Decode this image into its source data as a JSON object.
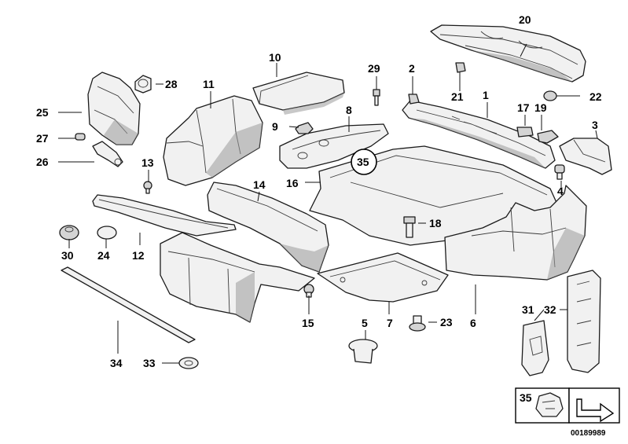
{
  "diagram": {
    "callouts": {
      "n1": "1",
      "n2": "2",
      "n3": "3",
      "n4": "4",
      "n5": "5",
      "n6": "6",
      "n7": "7",
      "n8": "8",
      "n9": "9",
      "n10": "10",
      "n11": "11",
      "n12": "12",
      "n13": "13",
      "n14": "14",
      "n15": "15",
      "n16": "16",
      "n17": "17",
      "n18": "18",
      "n19": "19",
      "n20": "20",
      "n21": "21",
      "n22": "22",
      "n23": "23",
      "n24": "24",
      "n25": "25",
      "n26": "26",
      "n27": "27",
      "n28": "28",
      "n29": "29",
      "n30": "30",
      "n31": "31",
      "n32": "32",
      "n33": "33",
      "n34": "34",
      "n35": "35"
    },
    "detail_reference": "35",
    "inset_label": "35",
    "diagram_id": "00189989"
  }
}
